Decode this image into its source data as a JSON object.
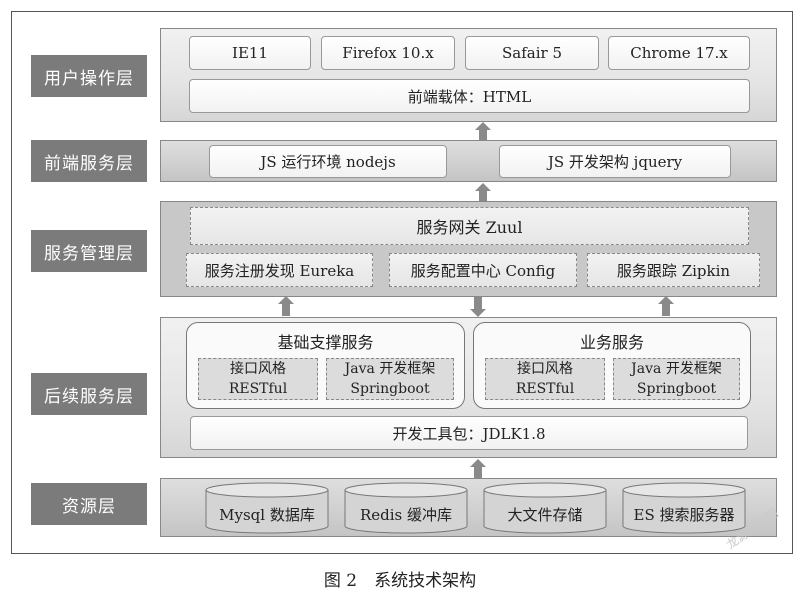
{
  "layers": {
    "user": "用户操作层",
    "frontend": "前端服务层",
    "management": "服务管理层",
    "backend": "后续服务层",
    "resource": "资源层"
  },
  "user_layer": {
    "browsers": [
      "IE11",
      "Firefox 10.x",
      "Safair 5",
      "Chrome 17.x"
    ],
    "carrier": "前端载体：HTML"
  },
  "frontend_layer": {
    "runtime": "JS 运行环境 nodejs",
    "framework": "JS 开发架构 jquery"
  },
  "management_layer": {
    "gateway": "服务网关 Zuul",
    "registry": "服务注册发现 Eureka",
    "config": "服务配置中心 Config",
    "tracing": "服务跟踪 Zipkin"
  },
  "backend_layer": {
    "basic": {
      "title": "基础支撑服务",
      "api_line1": "接口风格",
      "api_line2": "RESTful",
      "java_line1": "Java 开发框架",
      "java_line2": "Springboot"
    },
    "business": {
      "title": "业务服务",
      "api_line1": "接口风格",
      "api_line2": "RESTful",
      "java_line1": "Java 开发框架",
      "java_line2": "Springboot"
    },
    "toolkit": "开发工具包：JDLK1.8"
  },
  "resource_layer": {
    "stores": [
      "Mysql 数据库",
      "Redis 缓冲库",
      "大文件存储",
      "ES 搜索服务器"
    ]
  },
  "caption": "图 2　系统技术架构",
  "watermark": "龙源期刊网"
}
